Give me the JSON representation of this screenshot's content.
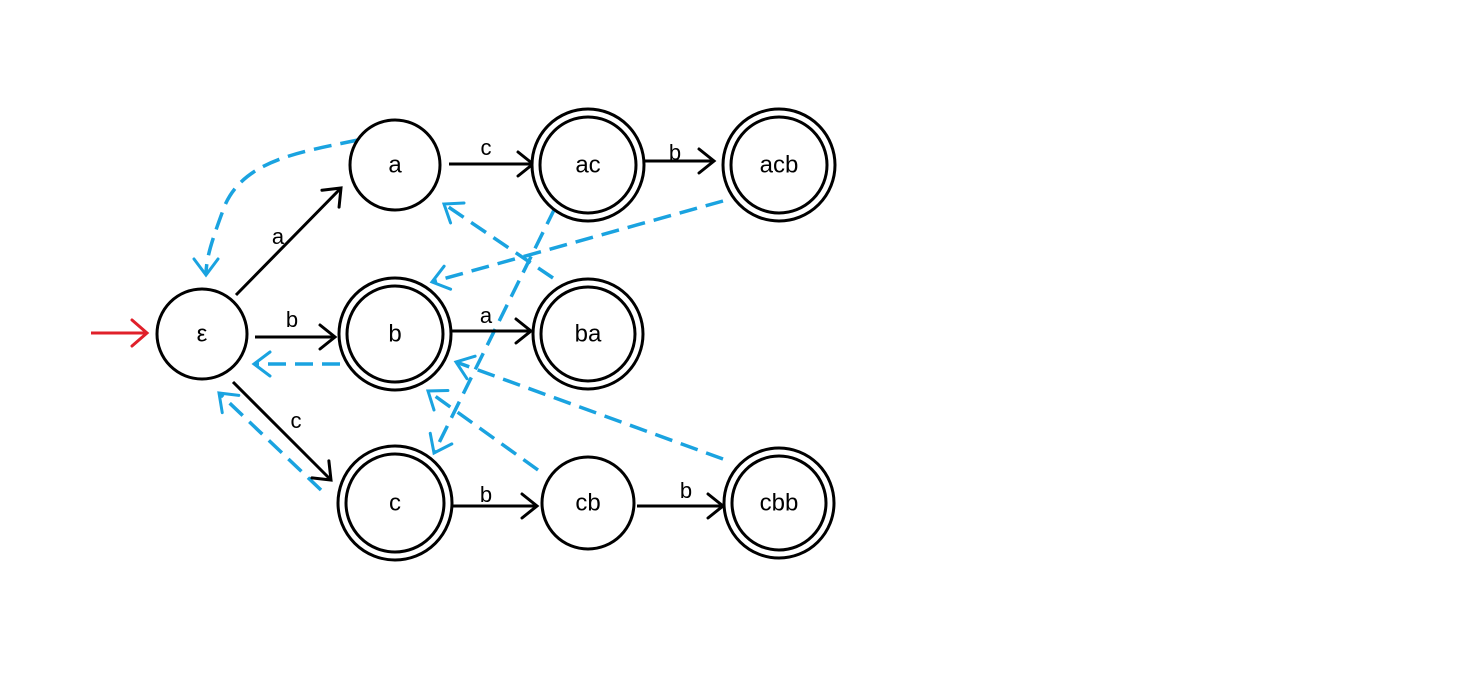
{
  "diagram": {
    "colors": {
      "transition": "#000000",
      "failure_link": "#1aa3e0",
      "start_arrow": "#e0202a"
    },
    "states": [
      {
        "id": "eps",
        "label": "ε",
        "accepting": false,
        "start": true
      },
      {
        "id": "a",
        "label": "a",
        "accepting": false
      },
      {
        "id": "b",
        "label": "b",
        "accepting": true
      },
      {
        "id": "c",
        "label": "c",
        "accepting": true
      },
      {
        "id": "ac",
        "label": "ac",
        "accepting": true
      },
      {
        "id": "acb",
        "label": "acb",
        "accepting": true
      },
      {
        "id": "ba",
        "label": "ba",
        "accepting": true
      },
      {
        "id": "cb",
        "label": "cb",
        "accepting": false
      },
      {
        "id": "cbb",
        "label": "cbb",
        "accepting": true
      }
    ],
    "transitions": [
      {
        "from": "eps",
        "to": "a",
        "label": "a"
      },
      {
        "from": "eps",
        "to": "b",
        "label": "b"
      },
      {
        "from": "eps",
        "to": "c",
        "label": "c"
      },
      {
        "from": "a",
        "to": "ac",
        "label": "c"
      },
      {
        "from": "ac",
        "to": "acb",
        "label": "b"
      },
      {
        "from": "b",
        "to": "ba",
        "label": "a"
      },
      {
        "from": "c",
        "to": "cb",
        "label": "b"
      },
      {
        "from": "cb",
        "to": "cbb",
        "label": "b"
      }
    ],
    "failure_links": [
      {
        "from": "a",
        "to": "eps"
      },
      {
        "from": "b",
        "to": "eps"
      },
      {
        "from": "c",
        "to": "eps"
      },
      {
        "from": "ac",
        "to": "c"
      },
      {
        "from": "acb",
        "to": "b"
      },
      {
        "from": "ba",
        "to": "a"
      },
      {
        "from": "cb",
        "to": "b"
      },
      {
        "from": "cbb",
        "to": "b"
      }
    ]
  }
}
